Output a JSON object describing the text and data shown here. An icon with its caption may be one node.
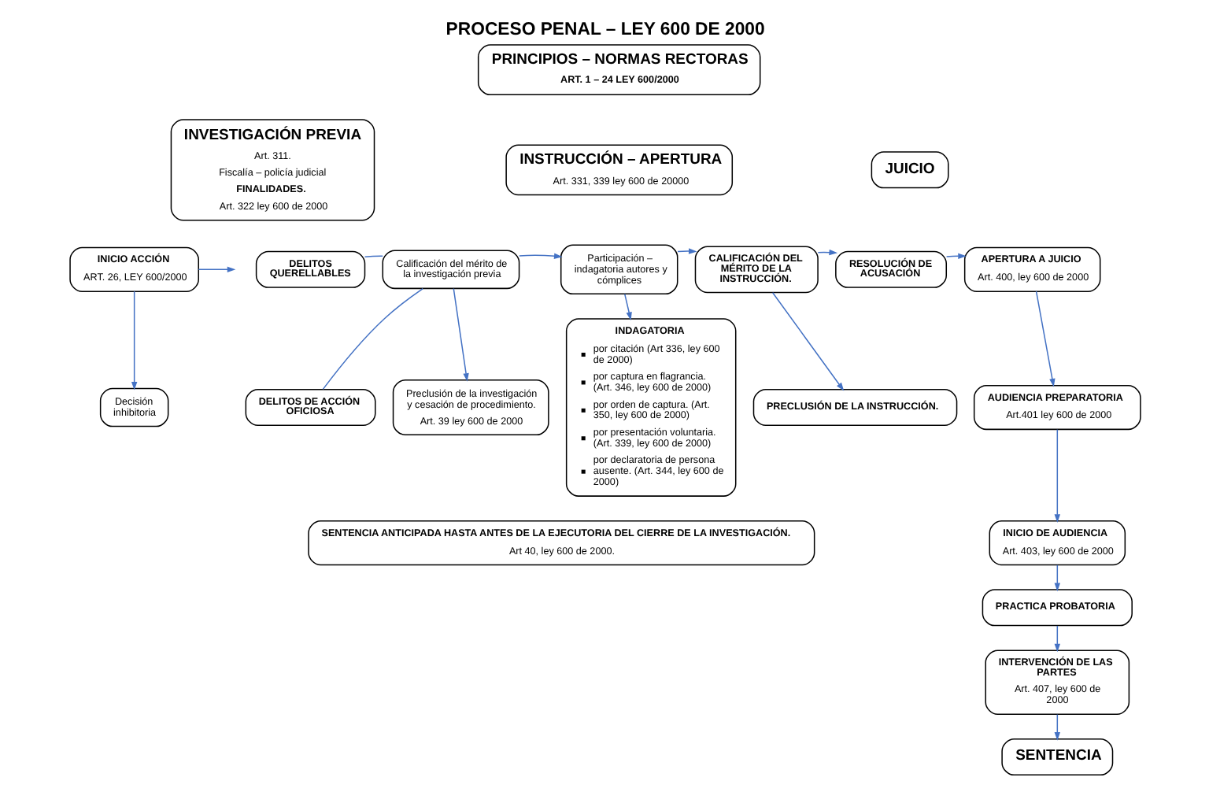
{
  "diagram": {
    "title": "PROCESO PENAL – LEY 600 DE 2000",
    "nodes": [
      {
        "text": [
          "PRINCIPIOS – NORMAS RECTORAS",
          "ART. 1 – 24 LEY 600/2000"
        ]
      },
      {
        "text": [
          "INVESTIGACIÓN PREVIA",
          "Art. 311.",
          "Fiscalía – policía judicial",
          "FINALIDADES.",
          "Art. 322 ley 600 de 2000"
        ]
      },
      {
        "text": [
          "INSTRUCCIÓN – APERTURA",
          "Art. 331, 339 ley 600 de 20000"
        ]
      },
      {
        "text": [
          "JUICIO"
        ]
      },
      {
        "text": [
          "INICIO ACCIÓN",
          "ART. 26, LEY 600/2000"
        ]
      },
      {
        "text": [
          "Decisión inhibitoria"
        ]
      },
      {
        "text": [
          "DELITOS QUERELLABLES"
        ]
      },
      {
        "text": [
          "DELITOS DE ACCIÓN OFICIOSA"
        ]
      },
      {
        "text": [
          "Calificación del mérito de la investigación previa"
        ]
      },
      {
        "text": [
          "Preclusión de la investigación y cesación de procedimiento.",
          "Art. 39 ley 600 de 2000"
        ]
      },
      {
        "text": [
          "Participación – indagatoria autores y cómplices"
        ]
      },
      {
        "text": [
          "INDAGATORIA",
          "por citación (Art 336, ley 600 de 2000)",
          "por captura en flagrancia. (Art. 346, ley 600 de 2000)",
          "por orden de captura. (Art. 350, ley 600 de 2000)",
          "por presentación voluntaria. (Art. 339, ley 600 de 2000)",
          "por declaratoria de persona ausente. (Art. 344, ley 600 de 2000)"
        ]
      },
      {
        "text": [
          "CALIFICACIÓN DEL MÉRITO DE LA INSTRUCCIÓN."
        ]
      },
      {
        "text": [
          "PRECLUSIÓN DE LA INSTRUCCIÓN."
        ]
      },
      {
        "text": [
          "RESOLUCIÓN DE ACUSACIÓN"
        ]
      },
      {
        "text": [
          "APERTURA A JUICIO",
          "Art. 400, ley 600 de 2000"
        ]
      },
      {
        "text": [
          "AUDIENCIA PREPARATORIA",
          "Art.401 ley 600 de 2000"
        ]
      },
      {
        "text": [
          "INICIO DE AUDIENCIA",
          "Art. 403, ley 600 de 2000"
        ]
      },
      {
        "text": [
          "PRACTICA PROBATORIA"
        ]
      },
      {
        "text": [
          "INTERVENCIÓN DE LAS PARTES",
          "Art. 407, ley 600 de 2000"
        ]
      },
      {
        "text": [
          "SENTENCIA"
        ]
      },
      {
        "text": [
          "SENTENCIA ANTICIPADA HASTA ANTES DE LA EJECUTORIA DEL CIERRE DE LA INVESTIGACIÓN.",
          "Art 40, ley 600 de 2000."
        ]
      }
    ],
    "edges": [
      {
        "from": 4,
        "to": null,
        "arrow": "to"
      },
      {
        "from": 4,
        "to": 5,
        "arrow": "to"
      },
      {
        "from": 6,
        "to": 8,
        "arrow": "none"
      },
      {
        "from": 7,
        "to": 8,
        "arrow": "none"
      },
      {
        "from": 8,
        "to": 9,
        "arrow": "to"
      },
      {
        "from": 8,
        "to": 10,
        "arrow": "to"
      },
      {
        "from": 10,
        "to": 11,
        "arrow": "to"
      },
      {
        "from": 10,
        "to": 12,
        "arrow": "to"
      },
      {
        "from": 12,
        "to": 13,
        "arrow": "to"
      },
      {
        "from": 12,
        "to": 14,
        "arrow": "to"
      },
      {
        "from": 14,
        "to": 15,
        "arrow": "to"
      },
      {
        "from": 15,
        "to": 16,
        "arrow": "to"
      },
      {
        "from": 16,
        "to": 17,
        "arrow": "to"
      },
      {
        "from": 17,
        "to": 18,
        "arrow": "to"
      },
      {
        "from": 18,
        "to": 19,
        "arrow": "to"
      },
      {
        "from": 19,
        "to": 20,
        "arrow": "to"
      }
    ]
  }
}
